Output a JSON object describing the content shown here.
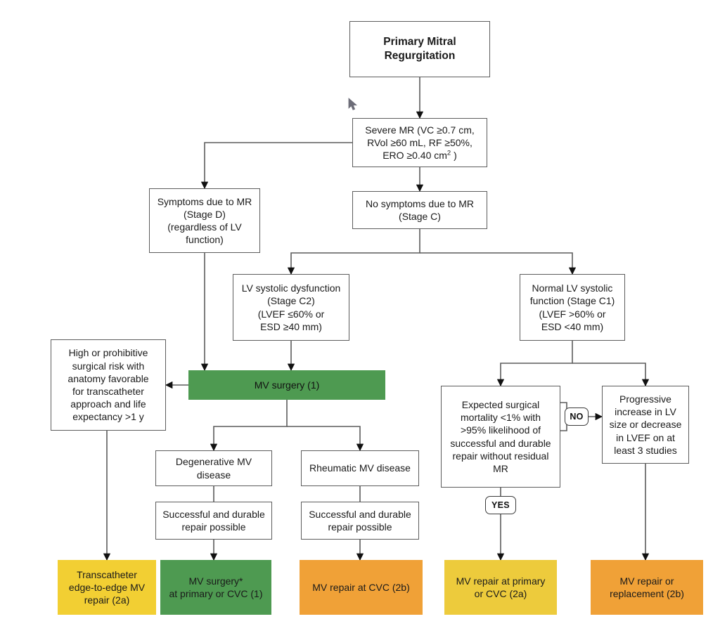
{
  "diagram": {
    "title": "Primary Mitral Regurgitation",
    "nodes": {
      "root": {
        "label": "Primary Mitral\nRegurgitation",
        "fill": "#ffffff"
      },
      "severe_mr": {
        "label": "Severe MR (VC ≥0.7 cm,\nRVol ≥60 mL, RF ≥50%,\nERO ≥0.40 cm2 )",
        "fill": "#ffffff"
      },
      "symptoms": {
        "label": "Symptoms due to MR\n(Stage D)\n(regardless of LV\nfunction)",
        "fill": "#ffffff"
      },
      "no_symptoms": {
        "label": "No symptoms due to MR\n(Stage C)",
        "fill": "#ffffff"
      },
      "lv_dysfunction": {
        "label": "LV systolic dysfunction\n(Stage C2)\n(LVEF ≤60% or\nESD ≥40 mm)",
        "fill": "#ffffff"
      },
      "normal_lv": {
        "label": "Normal LV systolic\nfunction (Stage C1)\n(LVEF >60% or\nESD <40 mm)",
        "fill": "#ffffff"
      },
      "high_risk": {
        "label": "High or prohibitive\nsurgical risk with\nanatomy favorable\nfor transcatheter\napproach and life\nexpectancy >1 y",
        "fill": "#ffffff"
      },
      "mv_surgery": {
        "label": "MV surgery (1)",
        "fill": "#4e9a51"
      },
      "degenerative": {
        "label": "Degenerative MV\ndisease",
        "fill": "#ffffff"
      },
      "degenerative_repair": {
        "label": "Successful and durable\nrepair possible",
        "fill": "#ffffff"
      },
      "rheumatic": {
        "label": "Rheumatic MV disease",
        "fill": "#ffffff"
      },
      "rheumatic_repair": {
        "label": "Successful and durable\nrepair possible",
        "fill": "#ffffff"
      },
      "expected_mortality": {
        "label": "Expected surgical\nmortality <1% with\n>95% likelihood of\nsuccessful and durable\nrepair without residual\nMR",
        "fill": "#ffffff"
      },
      "progressive": {
        "label": "Progressive\nincrease in LV\nsize or decrease\nin LVEF on at\nleast 3 studies",
        "fill": "#ffffff"
      },
      "outcome_teer": {
        "label": "Transcatheter\nedge-to-edge MV\nrepair (2a)",
        "fill": "#f2cf33"
      },
      "outcome_mv_surgery_cvc": {
        "label": "MV surgery*\nat primary or CVC (1)",
        "fill": "#4e9a51"
      },
      "outcome_repair_cvc_2b": {
        "label": "MV repair at CVC (2b)",
        "fill": "#f0a137"
      },
      "outcome_repair_primary_2a": {
        "label": "MV repair at primary\nor CVC (2a)",
        "fill": "#edcb3c"
      },
      "outcome_repair_replacement_2b": {
        "label": "MV repair or\nreplacement (2b)",
        "fill": "#f0a137"
      }
    },
    "badges": {
      "no": "NO",
      "yes": "YES"
    },
    "colors": {
      "green": "#4e9a51",
      "yellow": "#f2cf33",
      "orange": "#f0a137",
      "border": "#5c5c5c",
      "text": "#1a1a1a"
    }
  }
}
